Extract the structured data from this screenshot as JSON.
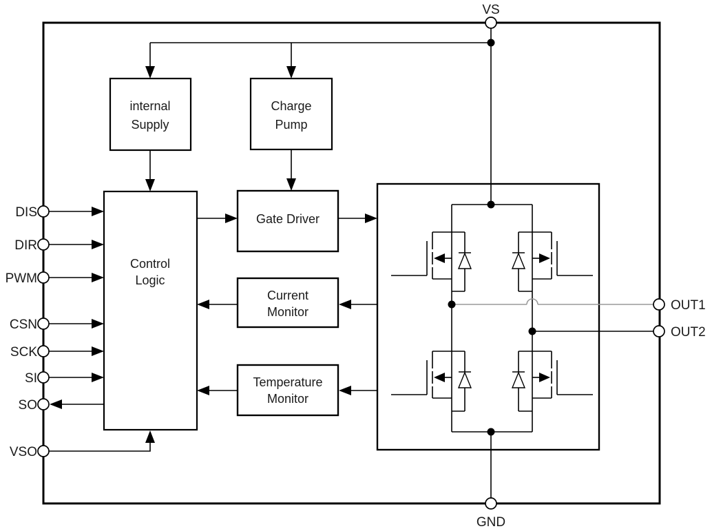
{
  "pins": {
    "vs": {
      "label": "VS"
    },
    "gnd": {
      "label": "GND"
    },
    "out1": {
      "label": "OUT1"
    },
    "out2": {
      "label": "OUT2"
    },
    "left": [
      {
        "label": "DIS"
      },
      {
        "label": "DIR"
      },
      {
        "label": "PWM"
      },
      {
        "label": "CSN"
      },
      {
        "label": "SCK"
      },
      {
        "label": "SI"
      },
      {
        "label": "SO"
      },
      {
        "label": "VSO"
      }
    ]
  },
  "blocks": {
    "internal_supply": {
      "line1": "internal",
      "line2": "Supply"
    },
    "charge_pump": {
      "line1": "Charge",
      "line2": "Pump"
    },
    "control_logic": {
      "line1": "Control",
      "line2": "Logic"
    },
    "gate_driver": {
      "label": "Gate Driver"
    },
    "current_monitor": {
      "line1": "Current",
      "line2": "Monitor"
    },
    "temperature_monitor": {
      "line1": "Temperature",
      "line2": "Monitor"
    }
  },
  "colors": {
    "line": "#000000",
    "out1_wire": "#9a9a9a",
    "background": "#ffffff"
  }
}
